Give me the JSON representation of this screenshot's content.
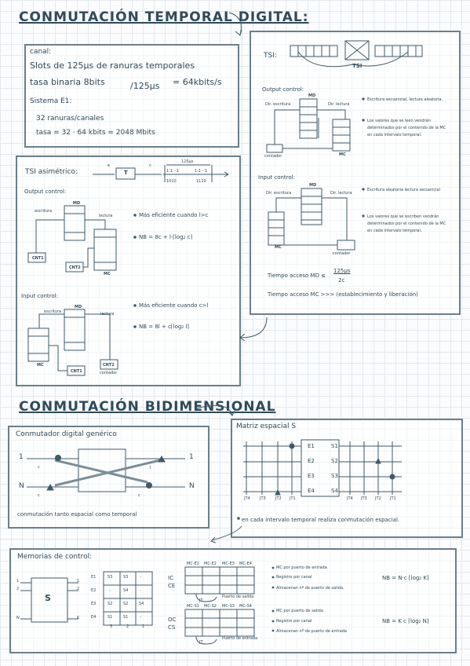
{
  "section1": {
    "title": "CONMUTACIÓN TEMPORAL DIGITAL:",
    "canal_box": {
      "heading": "canal:",
      "line1": "Slots de 125μs de ranuras temporales",
      "line2a": "tasa binaria 8bits",
      "line2b": "/125μs",
      "line2c": "= 64kbits/s",
      "heading2": "Sistema E1:",
      "line3": "32 ranuras/canales",
      "line4": "tasa = 32 · 64 kbits = 2048 Mbits"
    },
    "asym_box": {
      "heading": "TSI asimétrico:",
      "t_label": "T",
      "e_label": "e",
      "c_label": "c",
      "frame_top": "125μs",
      "frame_left": "1:1···1",
      "frame_right": "1:1···1",
      "frame_bottom_left": "1010",
      "frame_bottom_right": "1110",
      "output_heading": "Output control:",
      "input_heading": "Input control:",
      "md": "MD",
      "mc": "MC",
      "escritura": "escritura",
      "lectura": "lectura",
      "cnt1": "CNT1",
      "cnt2": "CNT2",
      "contador": "contador",
      "out_b1": "Más eficiente cuando l>c",
      "out_b2": "NB = 8c + l·⌈log₂ c⌉",
      "in_b1": "Más eficiente cuando c>l",
      "in_b2": "NB = 8l + c⌈log₂ l⌉"
    },
    "tsi_box": {
      "heading": "TSI:",
      "tsi_label": "TSI",
      "output_heading": "Output control:",
      "input_heading": "Input control:",
      "md": "MD",
      "mc": "MC",
      "dir_escritura": "Dir. escritura",
      "dir_lectura": "Dir. lectura",
      "contador": "contador",
      "out_b1": "Escritura secuencial, lectura aleatoria.",
      "out_b2": "Los valores que se leen vendrán determinados por el contenido de la MC en cada intervalo temporal.",
      "in_b1": "Escritura aleatoria lectura secuencial",
      "in_b2": "Los valores que se escriben vendrán determinados por el contenido de la MC en cada intervalo temporal.",
      "access_md_a": "Tiempo acceso MD ≤",
      "access_md_num": "125μs",
      "access_md_den": "2c",
      "access_mc": "Tiempo acceso MC >>> (establecimiento y liberación)"
    }
  },
  "section2": {
    "title": "CONMUTACIÓN BIDIMENSIONAL",
    "generic_box": {
      "heading": "Conmutador digital genérico",
      "n1": "1",
      "nN": "N",
      "c": "c",
      "j": "j",
      "caption": "conmutación tanto espacial como temporal"
    },
    "matrix_box": {
      "heading": "Matriz espacial S",
      "inputs": [
        "E1",
        "E2",
        "E3",
        "E4"
      ],
      "outputs": [
        "S1",
        "S2",
        "S3",
        "S4"
      ],
      "bottom_left": [
        "JT4",
        "JT3",
        "JT2",
        "JT1"
      ],
      "bottom_right": [
        "JT4",
        "JT3",
        "JT2",
        "JT1"
      ],
      "bullet": "en cada intervalo temporal realiza conmutación espacial."
    },
    "control_box": {
      "heading": "Memorias de control:",
      "s_label": "S",
      "in_nums": [
        "1",
        "2",
        "N"
      ],
      "out_nums": [
        "1",
        "2",
        "K"
      ],
      "mem_rows": [
        {
          "label": "E1",
          "cells": [
            "S3",
            "S3",
            "-"
          ]
        },
        {
          "label": "E2",
          "cells": [
            "-",
            "S4",
            "-"
          ]
        },
        {
          "label": "E3",
          "cells": [
            "S2",
            "S2",
            "S4"
          ]
        },
        {
          "label": "E4",
          "cells": [
            "S1",
            "S1",
            "-"
          ]
        }
      ],
      "mem_cols": [
        "3",
        "2",
        "1"
      ],
      "ic_label": "IC",
      "ic_sub": "CE",
      "oc_label": "OC",
      "oc_sub": "CS",
      "ic_headers": [
        "MC-E1",
        "MC-E2",
        "MC-E3",
        "MC-E4"
      ],
      "oc_headers": [
        "MC-S1",
        "MC-S2",
        "MC-S3",
        "MC-S4"
      ],
      "jt_label": "JT",
      "ic_note": "Puerto de salida",
      "oc_note": "Puerto de entrada",
      "ic_bullets": [
        "MC por puerto de entrada",
        "Registro por canal",
        "Almacenan nº de puerto de salida."
      ],
      "oc_bullets": [
        "MC por puerto de salida",
        "Registro por canal",
        "Almacenan nº de puerto de entrada"
      ],
      "ic_formula": "NB = N·c ⌈log₂ K⌉",
      "oc_formula": "NB = K·c ⌈log₂ N⌉"
    }
  },
  "colors": {
    "ink": "#2f4a5a",
    "frame": "#6b7f8b",
    "grid": "#e3e8ee"
  }
}
